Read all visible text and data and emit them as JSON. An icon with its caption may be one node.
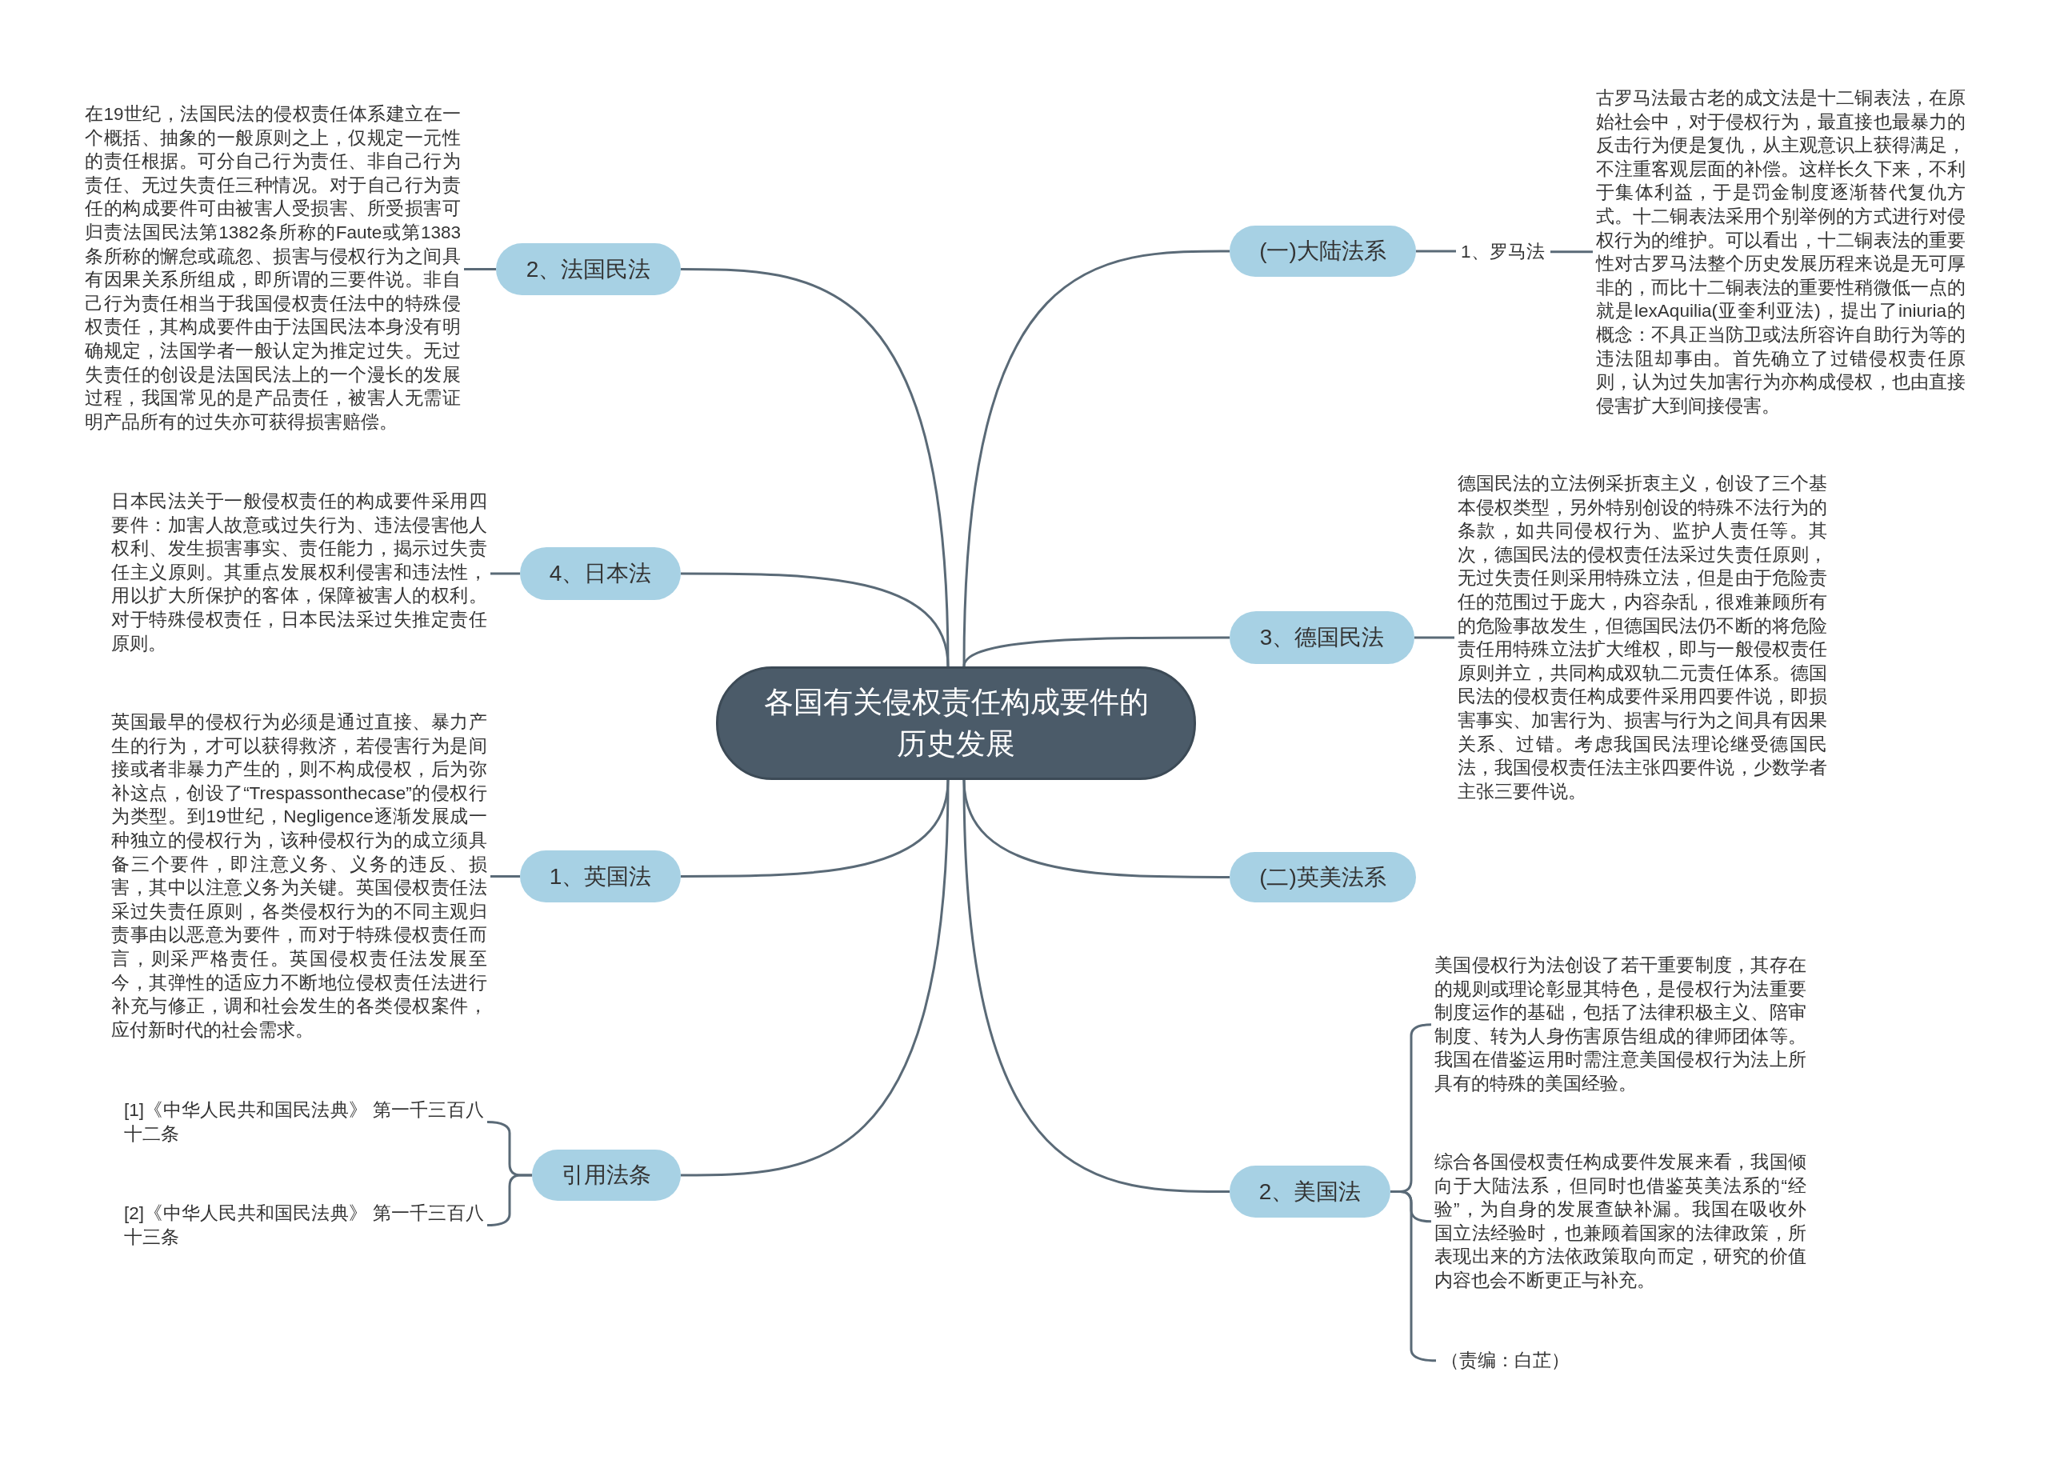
{
  "diagram": {
    "nodes": [
      {
        "text": [
          "各国有关侵权责任构成要件的历史发展"
        ]
      },
      {
        "text": [
          "2、法国民法"
        ]
      },
      {
        "text": [
          "在19世纪，法国民法的侵权责任体系建立在一个概括、抽象的一般原则之上，仅规定一元性的责任根据。可分自己行为责任、非自己行为责任、无过失责任三种情况。对于自己行为责任的构成要件可由被害人受损害、所受损害可归责法国民法第1382条所称的Faute或第1383条所称的懈怠或疏忽、损害与侵权行为之间具有因果关系所组成，即所谓的三要件说。非自己行为责任相当于我国侵权责任法中的特殊侵权责任，其构成要件由于法国民法本身没有明确规定，法国学者一般认定为推定过失。无过失责任的创设是法国民法上的一个漫长的发展过程，我国常见的是产品责任，被害人无需证明产品所有的过失亦可获得损害赔偿。"
        ]
      },
      {
        "text": [
          "(一)大陆法系"
        ]
      },
      {
        "text": [
          "1、罗马法"
        ]
      },
      {
        "text": [
          "古罗马法最古老的成文法是十二铜表法，在原始社会中，对于侵权行为，最直接也最暴力的反击行为便是复仇，从主观意识上获得满足，不注重客观层面的补偿。这样长久下来，不利于集体利益，于是罚金制度逐渐替代复仇方式。十二铜表法采用个别举例的方式进行对侵权行为的维护。可以看出，十二铜表法的重要性对古罗马法整个历史发展历程来说是无可厚非的，而比十二铜表法的重要性稍微低一点的就是lexAquilia(亚奎利亚法)，提出了iniuria的概念：不具正当防卫或法所容许自助行为等的违法阻却事由。首先确立了过错侵权责任原则，认为过失加害行为亦构成侵权，也由直接侵害扩大到间接侵害。"
        ]
      },
      {
        "text": [
          "4、日本法"
        ]
      },
      {
        "text": [
          "日本民法关于一般侵权责任的构成要件采用四要件：加害人故意或过失行为、违法侵害他人权利、发生损害事实、责任能力，揭示过失责任主义原则。其重点发展权利侵害和违法性，用以扩大所保护的客体，保障被害人的权利。对于特殊侵权责任，日本民法采过失推定责任原则。"
        ]
      },
      {
        "text": [
          "3、德国民法"
        ]
      },
      {
        "text": [
          "德国民法的立法例采折衷主义，创设了三个基本侵权类型，另外特别创设的特殊不法行为的条款，如共同侵权行为、监护人责任等。其次，德国民法的侵权责任法采过失责任原则，无过失责任则采用特殊立法，但是由于危险责任的范围过于庞大，内容杂乱，很难兼顾所有的危险事故发生，但德国民法仍不断的将危险责任用特殊立法扩大维权，即与一般侵权责任原则并立，共同构成双轨二元责任体系。德国民法的侵权责任构成要件采用四要件说，即损害事实、加害行为、损害与行为之间具有因果关系、过错。考虑我国民法理论继受德国民法，我国侵权责任法主张四要件说，少数学者主张三要件说。"
        ]
      },
      {
        "text": [
          "1、英国法"
        ]
      },
      {
        "text": [
          "英国最早的侵权行为必须是通过直接、暴力产生的行为，才可以获得救济，若侵害行为是间接或者非暴力产生的，则不构成侵权，后为弥补这点，创设了“Trespassonthecase”的侵权行为类型。到19世纪，Negligence逐渐发展成一种独立的侵权行为，该种侵权行为的成立须具备三个要件，即注意义务、义务的违反、损害，其中以注意义务为关键。英国侵权责任法采过失责任原则，各类侵权行为的不同主观归责事由以恶意为要件，而对于特殊侵权责任而言，则采严格责任。英国侵权责任法发展至今，其弹性的适应力不断地位侵权责任法进行补充与修正，调和社会发生的各类侵权案件，应付新时代的社会需求。"
        ]
      },
      {
        "text": [
          "(二)英美法系"
        ]
      },
      {
        "text": [
          "引用法条"
        ]
      },
      {
        "text": [
          "[1]《中华人民共和国民法典》 第一千三百八十二条"
        ]
      },
      {
        "text": [
          "[2]《中华人民共和国民法典》 第一千三百八十三条"
        ]
      },
      {
        "text": [
          "2、美国法"
        ]
      },
      {
        "text": [
          "美国侵权行为法创设了若干重要制度，其存在的规则或理论彰显其特色，是侵权行为法重要制度运作的基础，包括了法律积极主义、陪审制度、转为人身伤害原告组成的律师团体等。我国在借鉴运用时需注意美国侵权行为法上所具有的特殊的美国经验。"
        ]
      },
      {
        "text": [
          "综合各国侵权责任构成要件发展来看，我国倾向于大陆法系，但同时也借鉴英美法系的“经验”，为自身的发展查缺补漏。我国在吸收外国立法经验时，也兼顾着国家的法律政策，所表现出来的方法依政策取向而定，研究的价值内容也会不断更正与补充。"
        ]
      },
      {
        "text": [
          "（责编：白芷）"
        ]
      }
    ],
    "edges": [
      {
        "from": 0,
        "to": 1,
        "arrow": "none"
      },
      {
        "from": 1,
        "to": 2,
        "arrow": "none"
      },
      {
        "from": 0,
        "to": 3,
        "arrow": "none"
      },
      {
        "from": 3,
        "to": 4,
        "arrow": "none"
      },
      {
        "from": 4,
        "to": 5,
        "arrow": "none"
      },
      {
        "from": 0,
        "to": 6,
        "arrow": "none"
      },
      {
        "from": 6,
        "to": 7,
        "arrow": "none"
      },
      {
        "from": 0,
        "to": 8,
        "arrow": "none"
      },
      {
        "from": 8,
        "to": 9,
        "arrow": "none"
      },
      {
        "from": 0,
        "to": 10,
        "arrow": "none"
      },
      {
        "from": 10,
        "to": 11,
        "arrow": "none"
      },
      {
        "from": 0,
        "to": 12,
        "arrow": "none"
      },
      {
        "from": 0,
        "to": 13,
        "arrow": "none"
      },
      {
        "from": 13,
        "to": 14,
        "arrow": "none"
      },
      {
        "from": 13,
        "to": 15,
        "arrow": "none"
      },
      {
        "from": 0,
        "to": 16,
        "arrow": "none"
      },
      {
        "from": 16,
        "to": 17,
        "arrow": "none"
      },
      {
        "from": 16,
        "to": 18,
        "arrow": "none"
      },
      {
        "from": 16,
        "to": 19,
        "arrow": "none"
      }
    ]
  }
}
